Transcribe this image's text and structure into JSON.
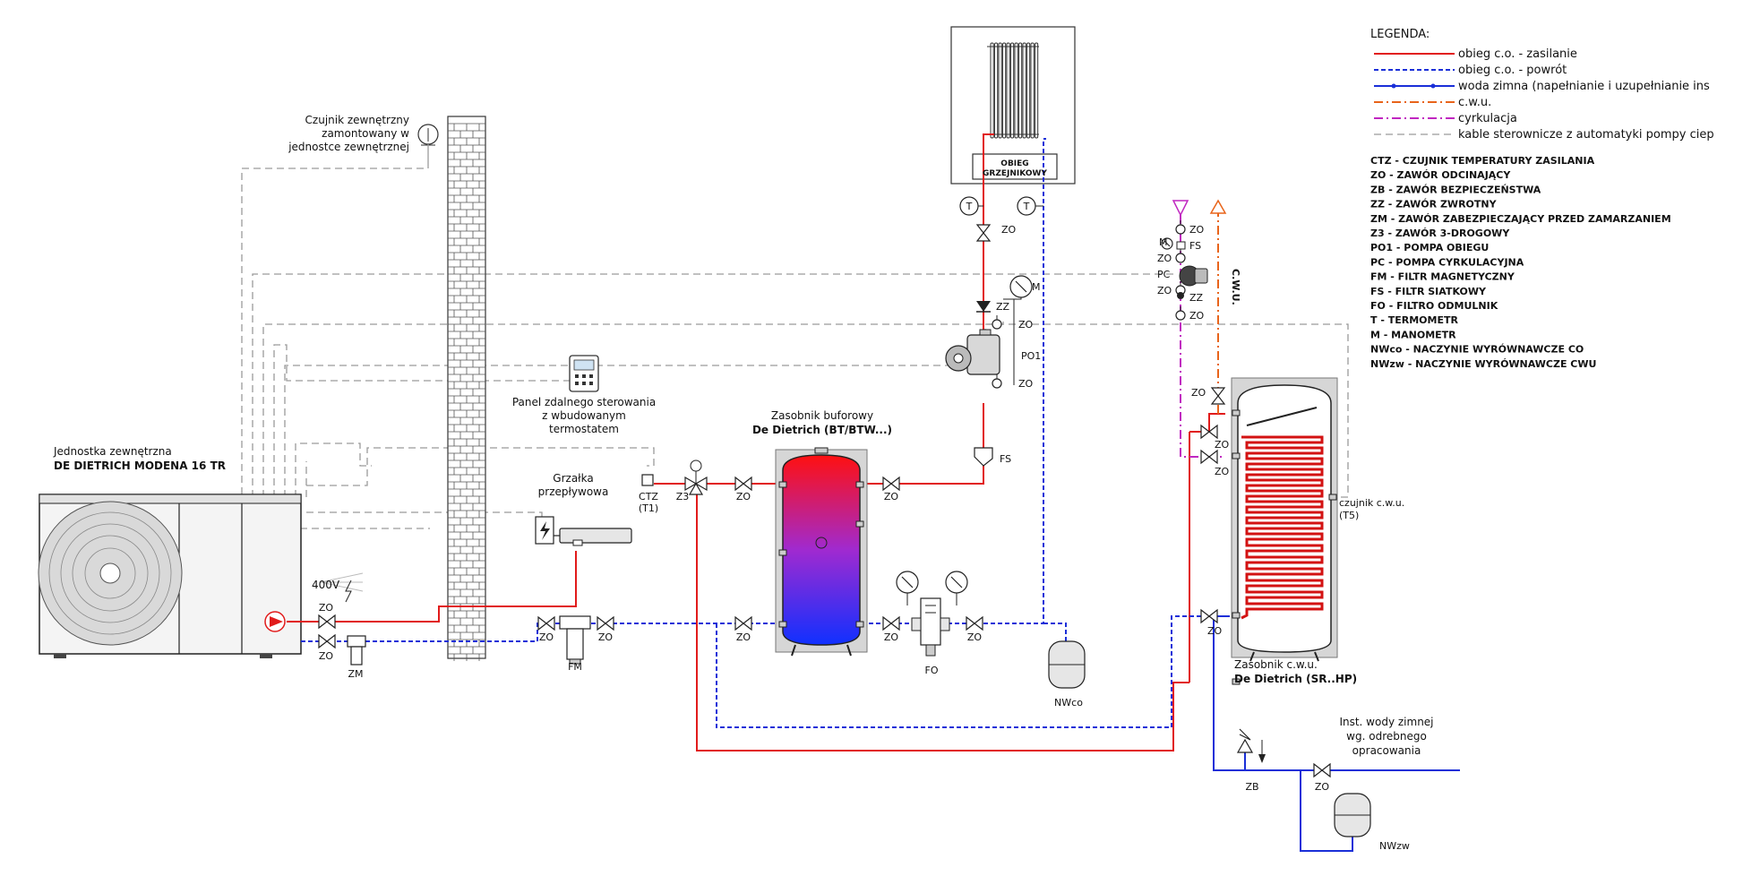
{
  "legend": {
    "title": "LEGENDA:",
    "lines": [
      {
        "style": "hot",
        "color": "#e11b1b",
        "label": "obieg c.o. - zasilanie"
      },
      {
        "style": "cold",
        "color": "#1a2fd8",
        "label": "obieg c.o. - powrót"
      },
      {
        "style": "water",
        "color": "#1a2fd8",
        "label": "woda zimna (napełnianie i uzupełnianie ins"
      },
      {
        "style": "cwu",
        "color": "#e8641a",
        "label": "c.w.u."
      },
      {
        "style": "cyrk",
        "color": "#c026c0",
        "label": "cyrkulacja"
      },
      {
        "style": "ctrl",
        "color": "#9a9a9a",
        "label": "kable sterownicze z automatyki pompy ciep"
      }
    ],
    "abbreviations": [
      "CTZ - CZUJNIK TEMPERATURY ZASILANIA",
      "ZO - ZAWÓR ODCINAJĄCY",
      "ZB - ZAWÓR BEZPIECZEŃSTWA",
      "ZZ - ZAWÓR ZWROTNY",
      "ZM - ZAWÓR ZABEZPIECZAJĄCY PRZED ZAMARZANIEM",
      "Z3 - ZAWÓR 3-DROGOWY",
      "PO1 - POMPA OBIEGU",
      "PC - POMPA CYRKULACYJNA",
      "FM - FILTR MAGNETYCZNY",
      "FS - FILTR SIATKOWY",
      "FO - FILTRO ODMULNIK",
      "T - TERMOMETR",
      "M - MANOMETR",
      "NWco - NACZYNIE WYRÓWNAWCZE CO",
      "NWzw - NACZYNIE WYRÓWNAWCZE CWU"
    ]
  },
  "labels": {
    "sensor": [
      "Czujnik zewnętrzny",
      "zamontowany w",
      "jednostce zewnętrznej"
    ],
    "unit_title": "Jednostka zewnętrzna",
    "unit_model": "DE DIETRICH MODENA 16 TR",
    "voltage": "400V",
    "panel": [
      "Panel zdalnego sterowania",
      "z wbudowanym",
      "termostatem"
    ],
    "heater": [
      "Grzałka",
      "przepływowa"
    ],
    "ctz": "CTZ",
    "t1": "(T1)",
    "z3": "Z3",
    "buffer_title": "Zasobnik buforowy",
    "buffer_model": "De Dietrich (BT/BTW...)",
    "radiator": [
      "OBIEG",
      "GRZEJNIKOWY"
    ],
    "zo": "ZO",
    "zz": "ZZ",
    "m": "M",
    "po1": "PO1",
    "fs": "FS",
    "pc": "PC",
    "fm": "FM",
    "fo": "FO",
    "zm": "ZM",
    "zb": "ZB",
    "t": "T",
    "nwco": "NWco",
    "nwzw": "NWzw",
    "cwu_vertical": "C.W.U.",
    "dhw_sensor": [
      "czujnik c.w.u.",
      "(T5)"
    ],
    "dhw_title": "Zasobnik c.w.u.",
    "dhw_model": "De Dietrich (SR..HP)",
    "cold_inst": [
      "Inst. wody zimnej",
      "wg. odrebnego",
      "opracowania"
    ]
  }
}
